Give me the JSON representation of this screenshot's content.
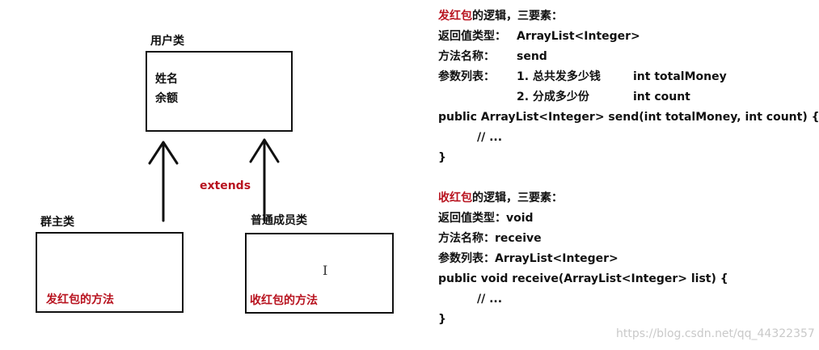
{
  "diagram": {
    "user_class": {
      "title": "用户类",
      "fields": [
        "姓名",
        "余额"
      ]
    },
    "owner_class": {
      "title": "群主类",
      "method": "发红包的方法"
    },
    "member_class": {
      "title": "普通成员类",
      "method": "收红包的方法"
    },
    "relation_label": "extends",
    "cursor_glyph": "I"
  },
  "send_logic": {
    "title_red": "发红包",
    "title_rest": "的逻辑，三要素：",
    "return_label": "返回值类型：",
    "return_value": "ArrayList<Integer>",
    "name_label": "方法名称：",
    "name_value": "send",
    "params_label": "参数列表：",
    "param1_desc": "1. 总共发多少钱",
    "param1_code": "int totalMoney",
    "param2_desc": "2. 分成多少份",
    "param2_code": "int count",
    "signature": "public ArrayList<Integer> send(int totalMoney, int count) {",
    "body": "// ...",
    "close": "}"
  },
  "receive_logic": {
    "title_red": "收红包",
    "title_rest": "的逻辑，三要素：",
    "return_label": "返回值类型：",
    "return_value": "void",
    "name_label": "方法名称：",
    "name_value": "receive",
    "params_label": "参数列表：",
    "params_value": "ArrayList<Integer>",
    "signature": "public void receive(ArrayList<Integer> list) {",
    "body": "// ...",
    "close": "}"
  },
  "watermark": "https://blog.csdn.net/qq_44322357"
}
